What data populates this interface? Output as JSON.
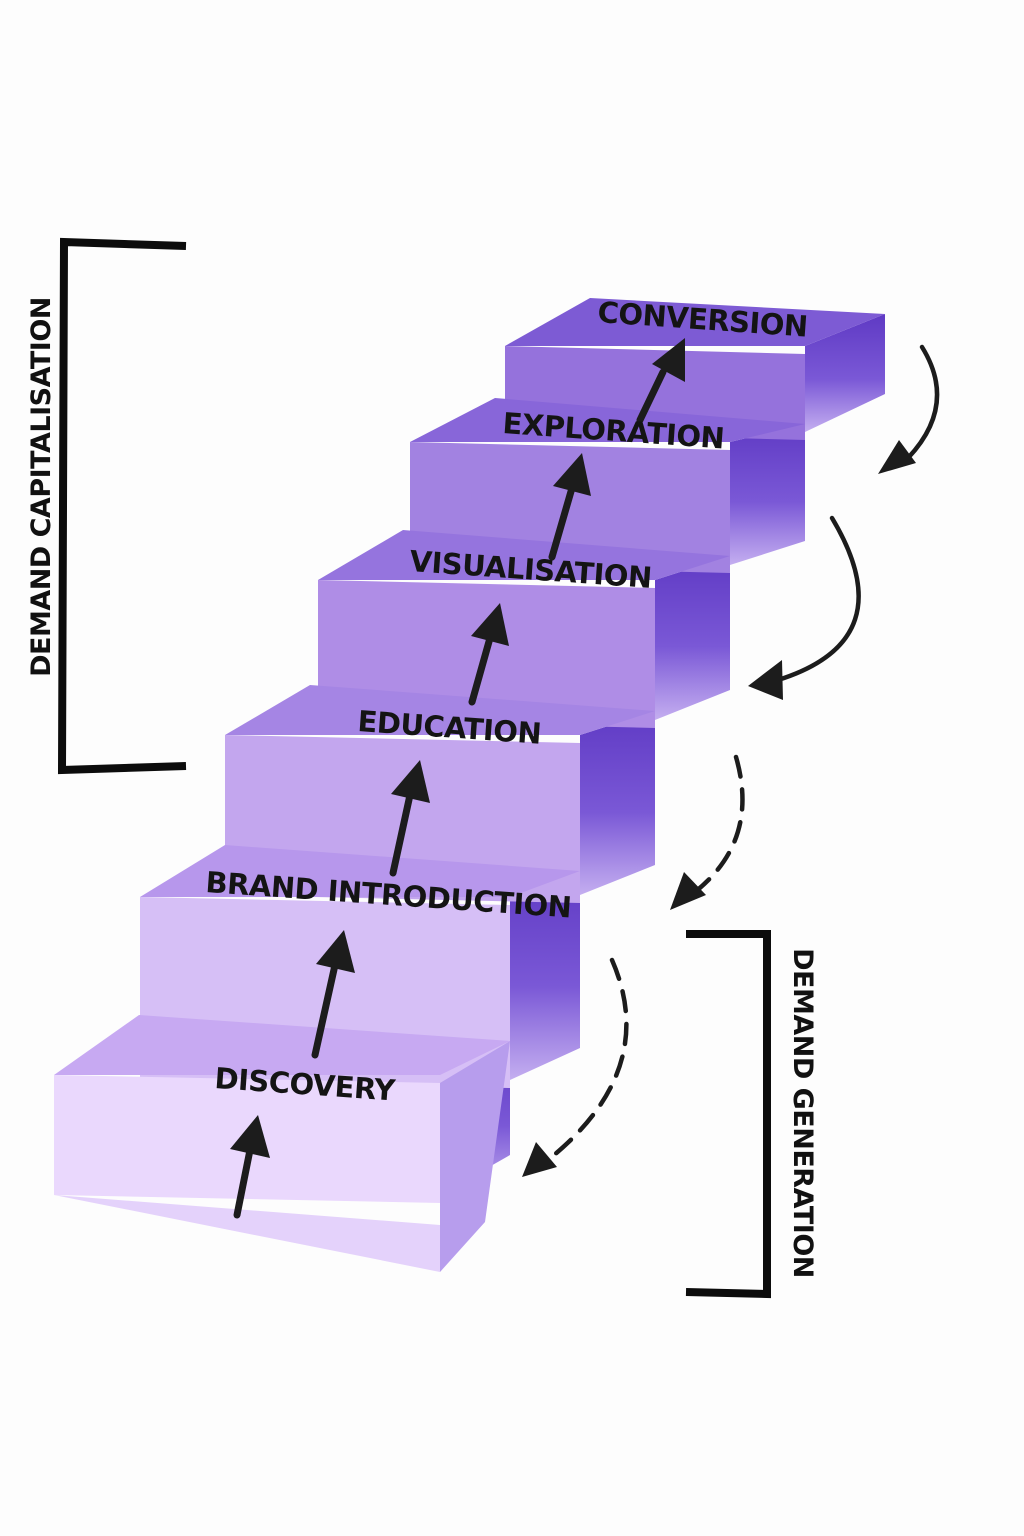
{
  "steps": [
    {
      "label": "DISCOVERY"
    },
    {
      "label": "BRAND INTRODUCTION"
    },
    {
      "label": "EDUCATION"
    },
    {
      "label": "VISUALISATION"
    },
    {
      "label": "EXPLORATION"
    },
    {
      "label": "CONVERSION"
    }
  ],
  "brackets": {
    "capitalisation_label": "DEMAND CAPITALISATION",
    "generation_label": "DEMAND GENERATION"
  },
  "colors": {
    "step_front_bottom": "#ead8fd",
    "step_front_top": "#9a76dd",
    "step_side": "#6a45c8",
    "text": "#141414",
    "arrow": "#1c1c1c"
  }
}
